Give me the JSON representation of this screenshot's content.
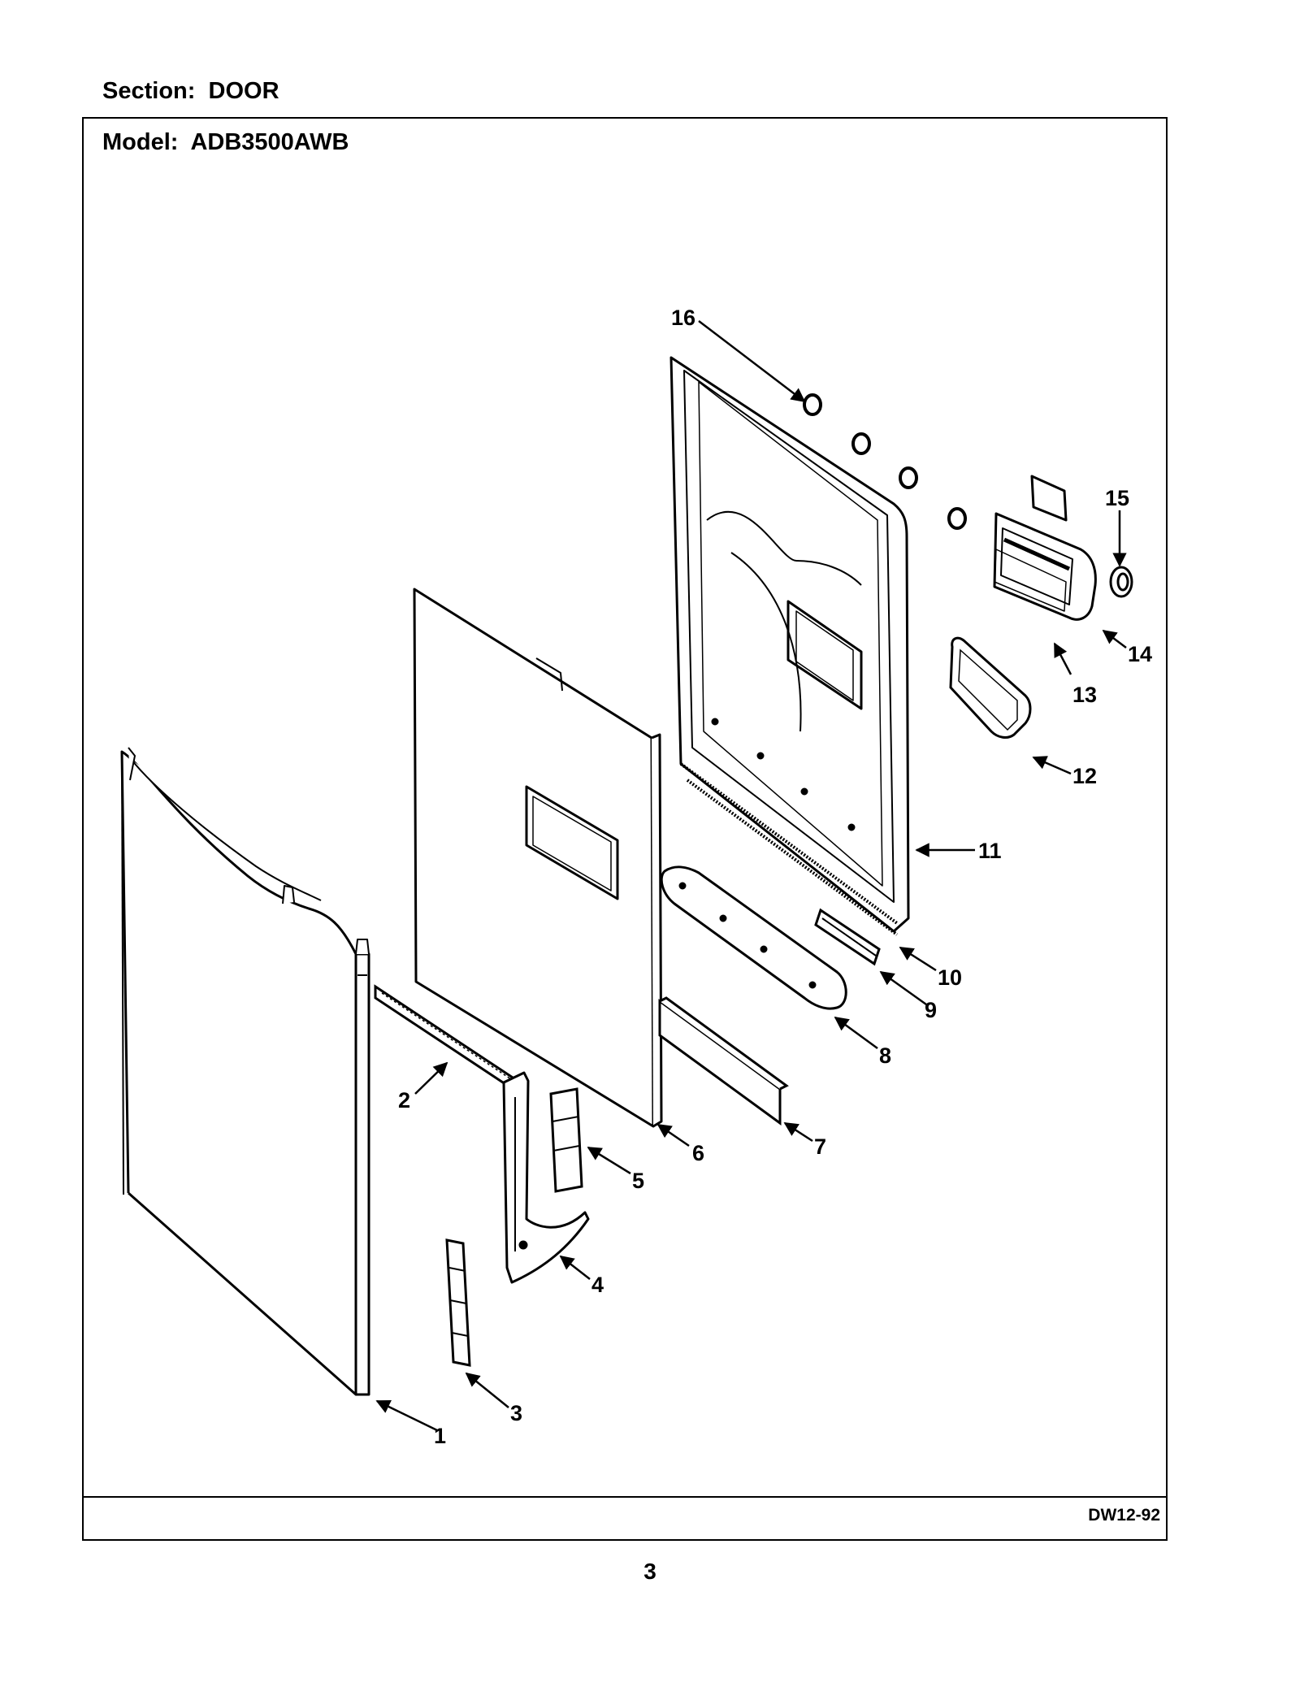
{
  "header": {
    "section": "Section:  DOOR",
    "model": "Model:  ADB3500AWB"
  },
  "footer": {
    "drawing_code": "DW12-92",
    "page_number": "3"
  },
  "callouts": [
    "1",
    "2",
    "3",
    "4",
    "5",
    "6",
    "7",
    "8",
    "9",
    "10",
    "11",
    "12",
    "13",
    "14",
    "15",
    "16"
  ]
}
